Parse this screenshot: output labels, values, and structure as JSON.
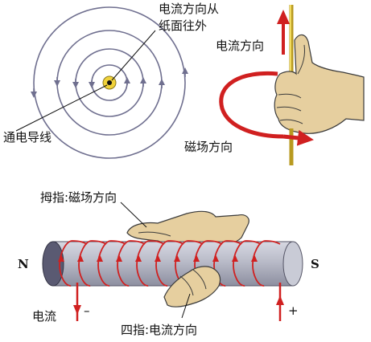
{
  "labels": {
    "current_direction_out": [
      "电流方向从",
      "纸面往外"
    ],
    "wire": "通电导线",
    "current_direction": "电流方向",
    "field_direction": "磁场方向",
    "thumb_field": "拇指:磁场方向",
    "north": "N",
    "south": "S",
    "current": "电流",
    "minus": "–",
    "plus": "+",
    "fingers_current": "四指:电流方向"
  },
  "colors": {
    "field_lines": "#6f6f8f",
    "red": "#d02020",
    "wire_yellow": "#e8c83a",
    "solenoid_body": "#b9bbc8",
    "solenoid_end": "#5a5a72",
    "hand_skin": "#e6cf9f",
    "hand_outline": "#3a3a3a"
  }
}
